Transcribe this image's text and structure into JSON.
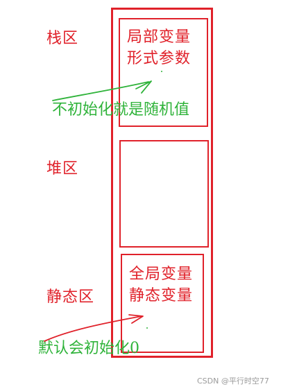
{
  "sections": {
    "stack": {
      "label": "栈区",
      "contents": [
        "局部变量",
        "形式参数"
      ],
      "note": "不初始化就是随机值"
    },
    "heap": {
      "label": "堆区"
    },
    "static": {
      "label": "静态区",
      "contents": [
        "全局变量",
        "静态变量"
      ],
      "note": "默认会初始化0"
    }
  },
  "watermark": "CSDN @平行时空77",
  "colors": {
    "box_red": "#e0212a",
    "note_green": "#2fb33a"
  }
}
